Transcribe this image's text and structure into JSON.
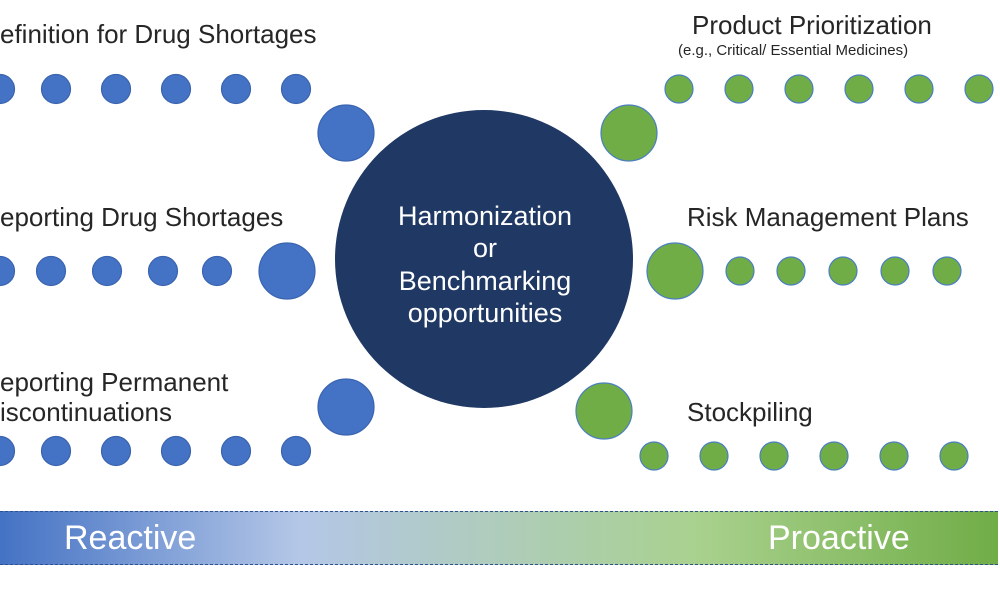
{
  "colors": {
    "left_dot": "#4472c4",
    "left_dot_stroke": "#3a64b0",
    "right_dot": "#70ad47",
    "right_dot_stroke": "#4a7fc0",
    "center_fill": "#1f3864",
    "band_start": "#4472c4",
    "band_mid": "#b4c7e7",
    "band_mid2": "#a9d18e",
    "band_end": "#70ad47",
    "text_dark": "#262626",
    "text_light": "#ffffff"
  },
  "center": {
    "lines": [
      "Harmonization",
      "or",
      "Benchmarking",
      "opportunities"
    ]
  },
  "left_items": [
    {
      "lines": [
        "efinition for Drug Shortages"
      ]
    },
    {
      "lines": [
        "eporting Drug Shortages"
      ]
    },
    {
      "lines": [
        "eporting Permanent",
        "iscontinuations"
      ]
    }
  ],
  "right_items": [
    {
      "title": "Product Prioritization",
      "subtitle": "(e.g., Critical/ Essential Medicines)"
    },
    {
      "title": "Risk Management Plans"
    },
    {
      "title": "Stockpiling"
    }
  ],
  "band": {
    "left_label": "Reactive",
    "right_label": "Proactive"
  }
}
